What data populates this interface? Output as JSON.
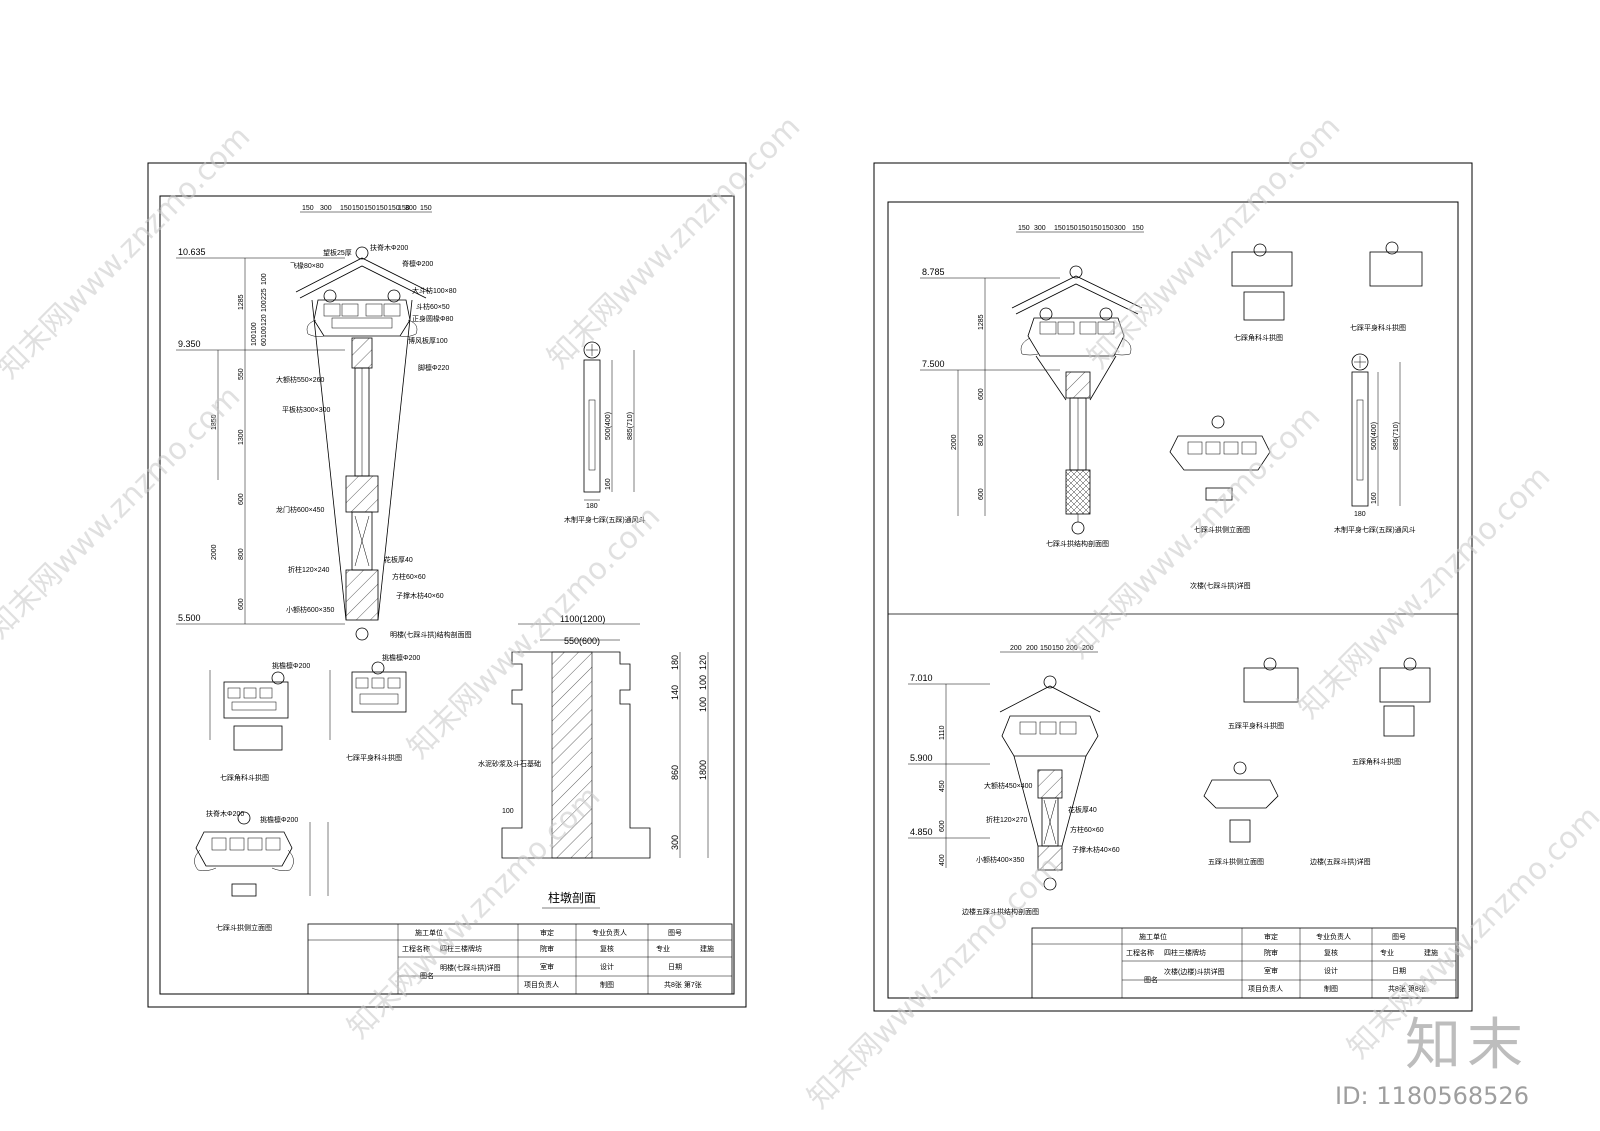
{
  "brand": {
    "logo": "知末",
    "image_id": "ID: 1180568526"
  },
  "sheet1": {
    "top_dims": [
      "150",
      "300",
      "150",
      "150",
      "150",
      "150",
      "150",
      "150",
      "300",
      "150"
    ],
    "levels": [
      "10.635",
      "9.350",
      "5.500"
    ],
    "left_dims": [
      "1285",
      "550",
      "1850",
      "1300",
      "600",
      "2000",
      "800",
      "600"
    ],
    "left_small_dims": [
      "100",
      "225",
      "100",
      "120",
      "100",
      "60",
      "100",
      "100"
    ],
    "labels": {
      "fly_rafter": "飞椽80×80",
      "square_wall": "望板25厚",
      "purlin_top": "扶脊木Φ200",
      "purlin": "脊檩Φ200",
      "big_beam": "大斗枋100×80",
      "small_beam": "斗枋60×50",
      "round_rafter": "正身圆椽Φ80",
      "wind_board": "博风板厚100",
      "post_dia": "脚檩Φ220",
      "big_fang": "大额枋550×260",
      "cross_fang": "平板枋300×300",
      "flower_board": "龙门枋600×450",
      "fold_fang": "折柱120×240",
      "flower_panel": "花板厚40",
      "square_post": "方柱60×60",
      "ring_fang": "子撑木枋40×60",
      "small_fang": "小额枋600×350"
    },
    "main_caption": "明楼(七踩斗拱)结构剖面图",
    "side_detail": {
      "dims": [
        "500(400)",
        "885(710)",
        "160",
        "180"
      ],
      "caption": "木制平身七踩(五踩)通风斗"
    },
    "detail_a_caption": "七踩角科斗拱图",
    "detail_b_caption": "七踩平身科斗拱图",
    "detail_c_caption": "七踩斗拱侧立面图",
    "detail_labels": {
      "purlin": "挑檐檩Φ200",
      "post": "扶脊木Φ200",
      "post2": "挑檐檩Φ200"
    },
    "column_section": {
      "top_dim": "1100(1200)",
      "inner_dim": "550(600)",
      "right_dims": [
        "140",
        "180",
        "860",
        "300",
        "120",
        "100",
        "100",
        "1800"
      ],
      "left_dim": "100",
      "note": "水泥砂浆及斗石基础",
      "caption": "柱墩剖面"
    },
    "title_block": {
      "construction_unit": "施工单位",
      "project_name_label": "工程名称",
      "project_name": "四柱三楼牌坊",
      "drawing_name_label": "图名",
      "drawing_name": "明楼(七踩斗拱)详图",
      "review": "审定",
      "dept_review": "院审",
      "office_review": "室审",
      "project_leader": "项目负责人",
      "specialty_leader": "专业负责人",
      "check": "复核",
      "design": "设计",
      "draw": "制图",
      "drawing_no": "图号",
      "specialty": "专业",
      "specialty_value": "建施",
      "date": "日期",
      "sheet": "共8张 第7张"
    }
  },
  "sheet2": {
    "top_dims": [
      "150",
      "300",
      "150",
      "150",
      "150",
      "150",
      "150",
      "300",
      "150"
    ],
    "levels": [
      "8.785",
      "7.500"
    ],
    "left_dims": [
      "1285",
      "2000",
      "600",
      "800",
      "600"
    ],
    "main_caption": "七踩斗拱结构剖面图",
    "details_top": [
      "七踩角科斗拱图",
      "七踩平身科斗拱图",
      "七踩斗拱侧立面图",
      "次楼(七踩斗拱)详图"
    ],
    "side_detail": {
      "dims": [
        "500(400)",
        "885(710)",
        "160",
        "180"
      ],
      "caption": "木制平身七踩(五踩)通风斗"
    },
    "lower_levels": [
      "7.010",
      "5.900",
      "4.850"
    ],
    "lower_top_dims": [
      "200",
      "200",
      "150",
      "150",
      "200",
      "200"
    ],
    "lower_left_dims": [
      "1110",
      "450",
      "600",
      "400"
    ],
    "lower_caption": "边楼五踩斗拱结构剖面图",
    "lower_details": [
      "五踩平身科斗拱图",
      "五踩角科斗拱图",
      "五踩斗拱侧立面图",
      "边楼(五踩斗拱)详图"
    ],
    "lower_labels": {
      "big_fang": "大额枋450×400",
      "fold": "折柱120×270",
      "small": "小额枋400×350",
      "panel": "花板厚40",
      "post": "方柱60×60",
      "ring": "子撑木枋40×60"
    },
    "title_block": {
      "construction_unit": "施工单位",
      "project_name_label": "工程名称",
      "project_name": "四柱三楼牌坊",
      "drawing_name_label": "图名",
      "drawing_name": "次楼(边楼)斗拱详图",
      "review": "审定",
      "dept_review": "院审",
      "office_review": "室审",
      "project_leader": "项目负责人",
      "specialty_leader": "专业负责人",
      "check": "复核",
      "design": "设计",
      "draw": "制图",
      "drawing_no": "图号",
      "specialty": "专业",
      "specialty_value": "建施",
      "date": "日期",
      "sheet": "共8张 第8张"
    }
  },
  "watermark": "知末网www.znzmo.com"
}
